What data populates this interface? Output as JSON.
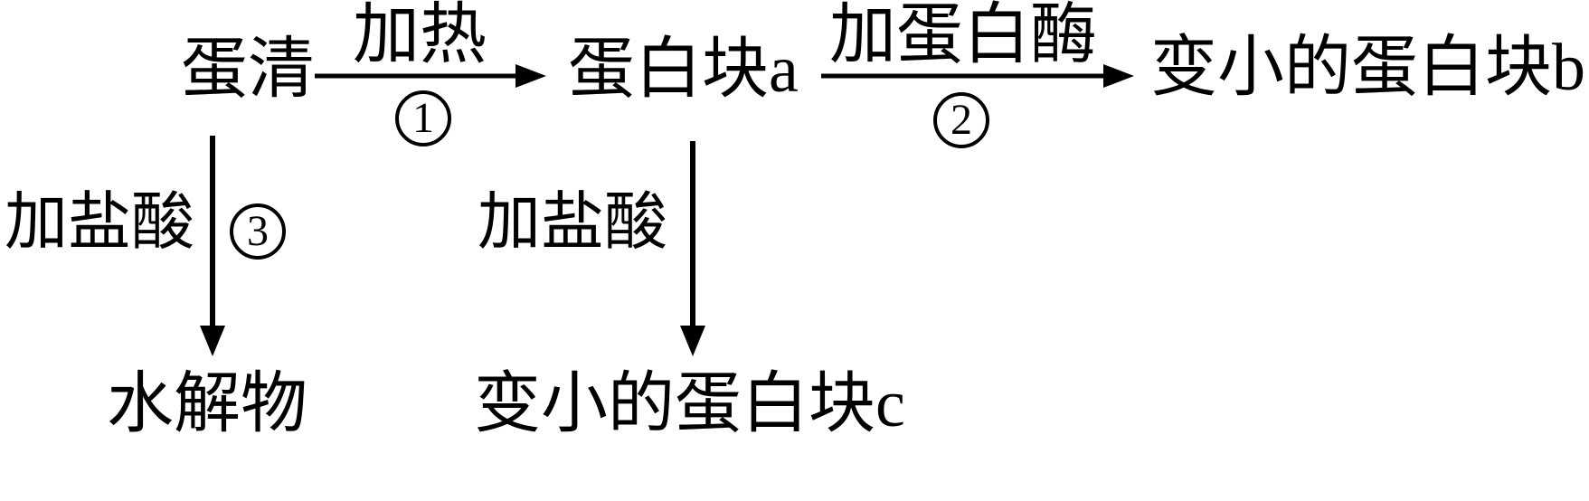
{
  "diagram": {
    "background": "#ffffff",
    "ink": "#000000",
    "nodes": {
      "egg_white": "蛋清",
      "protein_block_a": "蛋白块a",
      "smaller_protein_block_b": "变小的蛋白块b",
      "hydrolysate": "水解物",
      "smaller_protein_block_c": "变小的蛋白块c"
    },
    "labels": {
      "heat": "加热",
      "add_protease": "加蛋白酶",
      "add_hcl_left": "加盐酸",
      "add_hcl_middle": "加盐酸"
    },
    "steps": {
      "one": "1",
      "two": "2",
      "three": "3"
    }
  }
}
